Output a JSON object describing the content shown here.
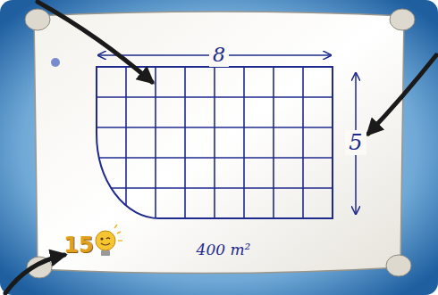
{
  "diagram": {
    "labels": [
      "8",
      "5",
      "15",
      "400 m²"
    ]
  }
}
